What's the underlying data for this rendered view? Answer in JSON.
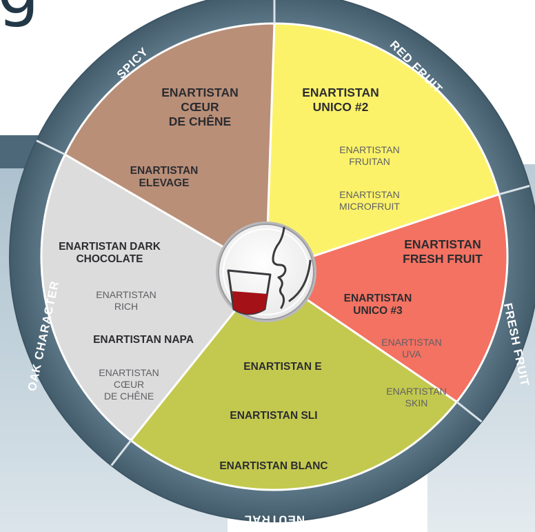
{
  "heading_fragment": "g",
  "colors": {
    "ring": "#506c7c",
    "ring_edge": "#3a5260",
    "spicy": "#fbf26a",
    "red_fruit": "#f37262",
    "fresh_fruit": "#c3c94e",
    "neutral": "#dcdcdc",
    "oak": "#b98f78",
    "wine": "#a41117",
    "dark_text": "#2c2c30",
    "light_text": "#5f5f64"
  },
  "wheel": {
    "center_icon": "nose-and-wine-glass-icon",
    "sectors": [
      {
        "key": "spicy",
        "category": "SPICY",
        "products": [
          {
            "lines": [
              "ENARTISTAN",
              "CŒUR",
              "DE CHÊNE"
            ],
            "emphasis": "primary"
          },
          {
            "lines": [
              "ENARTISTAN",
              "ELEVAGE"
            ],
            "emphasis": "secondary"
          }
        ]
      },
      {
        "key": "red_fruit",
        "category": "RED FRUIT",
        "products": [
          {
            "lines": [
              "ENARTISTAN",
              "UNICO #2"
            ],
            "emphasis": "primary"
          },
          {
            "lines": [
              "ENARTISTAN",
              "FRUITAN"
            ],
            "emphasis": "light"
          },
          {
            "lines": [
              "ENARTISTAN",
              "MICROFRUIT"
            ],
            "emphasis": "light"
          }
        ]
      },
      {
        "key": "fresh_fruit",
        "category": "FRESH FRUIT",
        "products": [
          {
            "lines": [
              "ENARTISTAN",
              "FRESH FRUIT"
            ],
            "emphasis": "primary"
          },
          {
            "lines": [
              "ENARTISTAN",
              "UNICO #3"
            ],
            "emphasis": "secondary"
          },
          {
            "lines": [
              "ENARTISTAN",
              "UVA"
            ],
            "emphasis": "light"
          },
          {
            "lines": [
              "ENARTISTAN",
              "SKIN"
            ],
            "emphasis": "light"
          }
        ]
      },
      {
        "key": "neutral",
        "category": "NEUTRAL",
        "products": [
          {
            "lines": [
              "ENARTISTAN E"
            ],
            "emphasis": "secondary"
          },
          {
            "lines": [
              "ENARTISTAN SLI"
            ],
            "emphasis": "secondary"
          },
          {
            "lines": [
              "ENARTISTAN BLANC"
            ],
            "emphasis": "secondary"
          }
        ]
      },
      {
        "key": "oak",
        "category": "OAK CHARACTER",
        "products": [
          {
            "lines": [
              "ENARTISTAN DARK",
              "CHOCOLATE"
            ],
            "emphasis": "secondary"
          },
          {
            "lines": [
              "ENARTISTAN",
              "RICH"
            ],
            "emphasis": "light"
          },
          {
            "lines": [
              "ENARTISTAN NAPA"
            ],
            "emphasis": "secondary"
          },
          {
            "lines": [
              "ENARTISTAN",
              "CŒUR",
              "DE CHÊNE"
            ],
            "emphasis": "light"
          }
        ]
      }
    ]
  }
}
